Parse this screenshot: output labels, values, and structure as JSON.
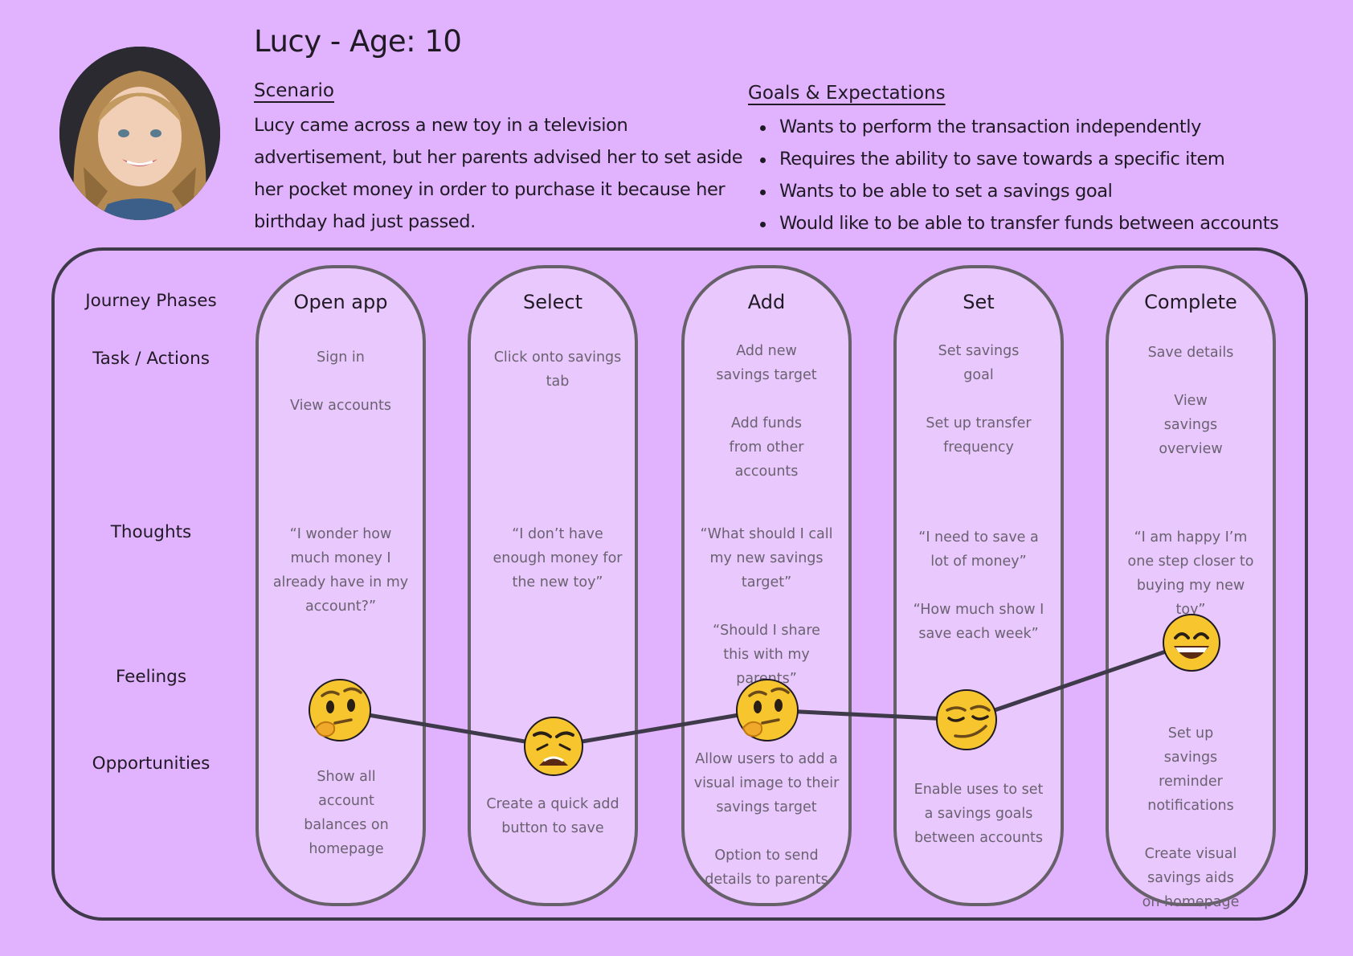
{
  "persona": {
    "title": "Lucy - Age: 10",
    "scenario_heading": "Scenario",
    "scenario_text": "Lucy came across a new toy in a television advertisement, but her parents advised her to set aside her pocket money in order to purchase it because her birthday had just passed.",
    "goals_heading": "Goals & Expectations",
    "goals": [
      "Wants to perform the transaction independently",
      "Requires the ability to save towards a specific item",
      "Wants to be able to set a savings goal",
      "Would like to be able to transfer funds between accounts"
    ]
  },
  "row_labels": {
    "phases": "Journey Phases",
    "tasks": "Task / Actions",
    "thoughts": "Thoughts",
    "feelings": "Feelings",
    "opportunities": "Opportunities"
  },
  "phases": [
    {
      "title": "Open app",
      "tasks": [
        "Sign in",
        "View accounts"
      ],
      "thoughts": [
        "“I wonder how much money I already have in my account?”"
      ],
      "feeling": "thinking",
      "opportunities": [
        "Show all account balances on homepage"
      ]
    },
    {
      "title": "Select",
      "tasks": [
        "Click onto savings tab"
      ],
      "thoughts": [
        "“I don’t have enough money for the new toy”"
      ],
      "feeling": "weary",
      "opportunities": [
        "Create a quick add button to save"
      ]
    },
    {
      "title": "Add",
      "tasks": [
        "Add new savings target",
        "Add funds from other accounts"
      ],
      "thoughts": [
        "“What should I call my new savings target”",
        "“Should I share this with my parents”"
      ],
      "feeling": "thinking",
      "opportunities": [
        "Allow users to add a visual image to their savings target",
        "Option to send details to parents"
      ]
    },
    {
      "title": "Set",
      "tasks": [
        "Set savings goal",
        "Set up transfer frequency"
      ],
      "thoughts": [
        "“I need to save a lot of money”",
        "“How much show I save each week”"
      ],
      "feeling": "smirking",
      "opportunities": [
        "Enable uses to set a savings goals between accounts"
      ]
    },
    {
      "title": "Complete",
      "tasks": [
        "Save details",
        "View savings overview"
      ],
      "thoughts": [
        "“I am happy I’m one step closer to buying my new toy”"
      ],
      "feeling": "grinning",
      "opportunities": [
        "Set up savings reminder notifications",
        "Create visual savings aids on homepage"
      ]
    }
  ],
  "colors": {
    "background": "#e1b2fe",
    "column_fill": "#e9c8fd",
    "column_border": "#666068",
    "board_border": "#3f3a4a",
    "emoji_yellow": "#f7c62f"
  }
}
